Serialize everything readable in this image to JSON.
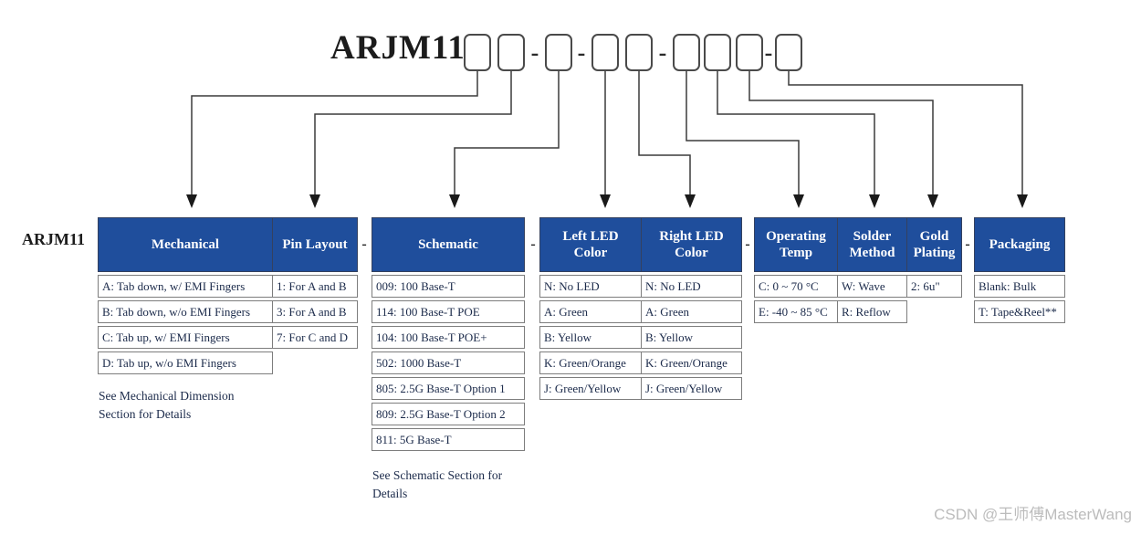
{
  "part_number": {
    "prefix": "ARJM11",
    "separator": "-"
  },
  "side_label": "ARJM11",
  "columns": {
    "mechanical": {
      "title": "Mechanical",
      "rows": [
        "A: Tab down, w/ EMI Fingers",
        "B: Tab down, w/o EMI Fingers",
        "C: Tab up, w/ EMI Fingers",
        "D: Tab up, w/o EMI Fingers"
      ],
      "note_line1": "See Mechanical Dimension",
      "note_line2": "Section for Details"
    },
    "pin_layout": {
      "title": "Pin Layout",
      "rows": [
        "1: For A and B",
        "3: For A and B",
        "7: For C and D"
      ]
    },
    "schematic": {
      "title": "Schematic",
      "rows": [
        "009: 100 Base-T",
        "114: 100 Base-T POE",
        "104: 100 Base-T POE+",
        "502: 1000 Base-T",
        "805: 2.5G Base-T Option 1",
        "809: 2.5G Base-T Option 2",
        "811: 5G Base-T"
      ],
      "note_line1": "See Schematic Section for",
      "note_line2": "Details"
    },
    "left_led": {
      "title_line1": "Left LED",
      "title_line2": "Color",
      "rows": [
        "N: No LED",
        "A: Green",
        "B: Yellow",
        "K: Green/Orange",
        "J: Green/Yellow"
      ]
    },
    "right_led": {
      "title_line1": "Right LED",
      "title_line2": "Color",
      "rows": [
        "N: No LED",
        "A: Green",
        "B: Yellow",
        "K: Green/Orange",
        "J: Green/Yellow"
      ]
    },
    "operating_temp": {
      "title_line1": "Operating",
      "title_line2": "Temp",
      "rows": [
        "C: 0 ~ 70 °C",
        "E: -40 ~ 85 °C"
      ]
    },
    "solder_method": {
      "title_line1": "Solder",
      "title_line2": "Method",
      "rows": [
        "W: Wave",
        "R: Reflow"
      ]
    },
    "gold_plating": {
      "title_line1": "Gold",
      "title_line2": "Plating",
      "rows": [
        "2: 6u\""
      ]
    },
    "packaging": {
      "title": "Packaging",
      "rows": [
        "Blank: Bulk",
        "T: Tape&Reel**"
      ]
    }
  },
  "watermark": "CSDN @王师傅MasterWang",
  "colors": {
    "header_bg": "#1F4E9C",
    "header_text": "#FFFFFF",
    "arrow": "#3C3C3C",
    "cell_text": "#1B2A4A",
    "watermark_text": "#BCBCBC"
  }
}
